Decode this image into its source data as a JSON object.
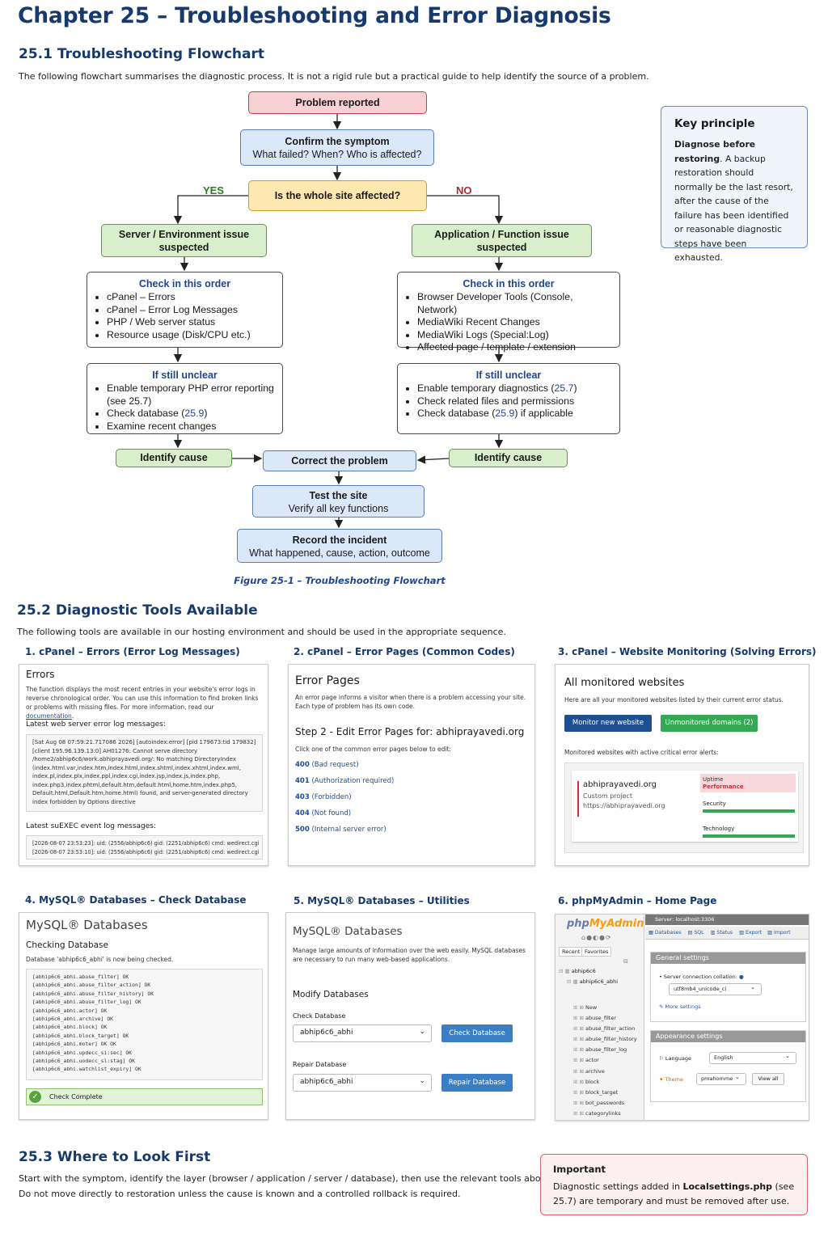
{
  "chapter_title": "Chapter 25 – Troubleshooting and Error Diagnosis",
  "s1": {
    "heading": "25.1  Troubleshooting Flowchart",
    "intro": "The following flowchart summarises the diagnostic process. It is not a rigid rule but a practical guide to help identify the source of a problem."
  },
  "flow": {
    "problem": "Problem reported",
    "confirm_title": "Confirm the symptom",
    "confirm_sub": "What failed? When? Who is affected?",
    "decision": "Is the whole site affected?",
    "yes": "YES",
    "no": "NO",
    "server_issue": "Server / Environment issue suspected",
    "app_issue": "Application / Function issue suspected",
    "check_order": "Check in this order",
    "left_checks": [
      "cPanel – Errors",
      "cPanel – Error Log Messages",
      "PHP / Web server status",
      "Resource usage (Disk/CPU etc.)"
    ],
    "right_checks": [
      "Browser Developer Tools (Console, Network)",
      "MediaWiki Recent Changes",
      "MediaWiki Logs (Special:Log)",
      "Affected page / template / extension"
    ],
    "still_unclear": "If still unclear",
    "left_unclear": {
      "l1": "Enable temporary PHP error reporting",
      "l1b": "(see 25.7)",
      "l2a": "Check database (",
      "l2ref": "25.9",
      "l2b": ")",
      "l3": "Examine recent changes"
    },
    "right_unclear": {
      "l1a": "Enable temporary diagnostics (",
      "l1ref": "25.7",
      "l1b": ")",
      "l2": "Check related files and permissions",
      "l3a": "Check database (",
      "l3ref": "25.9",
      "l3b": ") if applicable"
    },
    "identify": "Identify cause",
    "correct": "Correct the problem",
    "test_title": "Test the site",
    "test_sub": "Verify all key functions",
    "record_title": "Record the incident",
    "record_sub": "What happened, cause, action, outcome",
    "figure": "Figure 25-1 – Troubleshooting Flowchart"
  },
  "key_principle": {
    "title": "Key principle",
    "bold": "Diagnose before restoring",
    "text": ". A backup restoration should normally be the last resort, after the cause of the failure has been identified or reasonable diagnostic steps have been exhausted."
  },
  "s2": {
    "heading": "25.2 Diagnostic Tools Available",
    "intro": "The following tools are available in our hosting environment and should be used in the appropriate sequence."
  },
  "tools": {
    "t1": "1. cPanel – Errors (Error Log Messages)",
    "t2": "2. cPanel – Error Pages (Common Codes)",
    "t3": "3. cPanel – Website Monitoring (Solving Errors)",
    "t4": "4. MySQL® Databases – Check Database",
    "t5": "5. MySQL® Databases – Utilities",
    "t6": "6. phpMyAdmin – Home Page"
  },
  "p1": {
    "title": "Errors",
    "desc": "The function displays the most recent entries in your website's error logs in reverse chronological order. You can use this information to find broken links or problems with missing files. For more information, read our ",
    "desc_link": "documentation",
    "desc_end": ".",
    "label1": "Latest web server error log messages:",
    "log1": "[Sat Aug 08 07:59:21.717086 2026] [autoindex:error] [pid 179673:tid 179832]\n[client 195.96.139.13:0] AH01276: Cannot serve directory\n/home2/abhip6c6/work.abhiprayavedi.org/: No matching DirectoryIndex\n(index.html.var,index.htm,index.html,index.shtml,index.xhtml,index.wml,\nindex.pl,index.plx,index.ppl,index.cgi,index.jsp,index.js,index.php,\nindex.php3,index.phtml,default.htm,default.html,home.htm,index.php5,\nDefault.html,Default.htm,home.html) found, and server-generated directory\nindex forbidden by Options directive",
    "label2": "Latest suEXEC event log messages:",
    "log2": "[2026-08-07 23:53:23]: uid: (2556/abhip6c6) gid: (2251/abhip6c6) cmd: wedirect.cgi\n[2026-08-07 23:53:10]: uid: (2556/abhip6c6) gid: (2251/abhip6c6) cmd: wedirect.cgi"
  },
  "p2": {
    "title": "Error Pages",
    "desc": "An error page informs a visitor when there is a problem accessing your site. Each type of problem has its own code.",
    "step": "Step 2 - Edit Error Pages for: abhiprayavedi.org",
    "click": "Click one of the common error pages below to edit:",
    "codes": [
      {
        "code": "400",
        "label": " (Bad request)"
      },
      {
        "code": "401",
        "label": " (Authorization required)"
      },
      {
        "code": "403",
        "label": " (Forbidden)"
      },
      {
        "code": "404",
        "label": " (Not found)"
      },
      {
        "code": "500",
        "label": " (Internal server error)"
      }
    ]
  },
  "p3": {
    "title": "All monitored websites",
    "desc": "Here are all your monitored websites listed by their current error status.",
    "btn_monitor": "Monitor new website",
    "btn_unmon": "Unmonitored domains (2)",
    "alerts": "Monitored websites with active critical error alerts:",
    "site": "abhiprayavedi.org",
    "project": "Custom project",
    "url": "https://abhiprayavedi.org",
    "uptime": "Uptime",
    "performance": "Performance",
    "security": "Security",
    "technology": "Technology",
    "colors": {
      "primary": "#1f4f8f",
      "green": "#34a853",
      "alert": "#d9283b"
    }
  },
  "p4": {
    "title": "MySQL® Databases",
    "sub": "Checking Database",
    "note": "Database 'abhip6c6_abhi' is now being checked.",
    "log": "[abhip6c6_abhi.abuse_filter] OK\n[abhip6c6_abhi.abuse_filter_action] OK\n[abhip6c6_abhi.abuse_filter_history] OK\n[abhip6c6_abhi.abuse_filter_log] OK\n[abhip6c6_abhi.actor] OK\n[abhip6c6_abhi.archive] OK\n[abhip6c6_abhi.block] OK\n[abhip6c6_abhi.block_target] OK\n[abhip6c6_abhi.moter] OK OK\n[abhip6c6_abhi.updecc_si:sec] OK\n[abhip6c6_abhi.uodecc_sl:stag] OK\n[abhip6c6_abhi.watchlist_expiry] OK",
    "complete": "Check Complete"
  },
  "p5": {
    "title": "MySQL® Databases",
    "desc": "Manage large amounts of information over the web easily. MySQL databases are necessary to run many web-based applications.",
    "modify": "Modify Databases",
    "check_label": "Check Database",
    "check_value": "abhip6c6_abhi",
    "check_btn": "Check Database",
    "repair_label": "Repair Database",
    "repair_value": "abhip6c6_abhi",
    "repair_btn": "Repair Database"
  },
  "p6": {
    "logo_a": "php",
    "logo_b": "MyAdmin",
    "recent": "Recent",
    "favorites": "Favorites",
    "db": "abhip6c6",
    "db_sub": "abhip6c6_abhi",
    "tables": [
      "New",
      "abuse_filter",
      "abuse_filter_action",
      "abuse_filter_history",
      "abuse_filter_log",
      "actor",
      "archive",
      "block",
      "block_target",
      "bot_passwords",
      "categorylinks"
    ],
    "server": "Server: localhost:3306",
    "tabs": [
      "Databases",
      "SQL",
      "Status",
      "Export",
      "Import"
    ],
    "general": "General settings",
    "collation_label": "Server connection collation:",
    "collation": "utf8mb4_unicode_ci",
    "more": "More settings",
    "appearance": "Appearance settings",
    "language_label": "Language",
    "language": "English",
    "theme_label": "Theme",
    "theme": "pmahomme",
    "view_all": "View all"
  },
  "s3": {
    "heading": "25.3 Where to Look First",
    "l1": "Start with the symptom, identify the layer (browser / application / server / database), then use the relevant tools above.",
    "l2": "Do not move directly to restoration unless the cause is known and a controlled rollback is required."
  },
  "important": {
    "title": "Important",
    "a": "Diagnostic settings added in ",
    "file": "Localsettings.php",
    "b": " (see 25.7) are temporary and must be removed after use."
  }
}
